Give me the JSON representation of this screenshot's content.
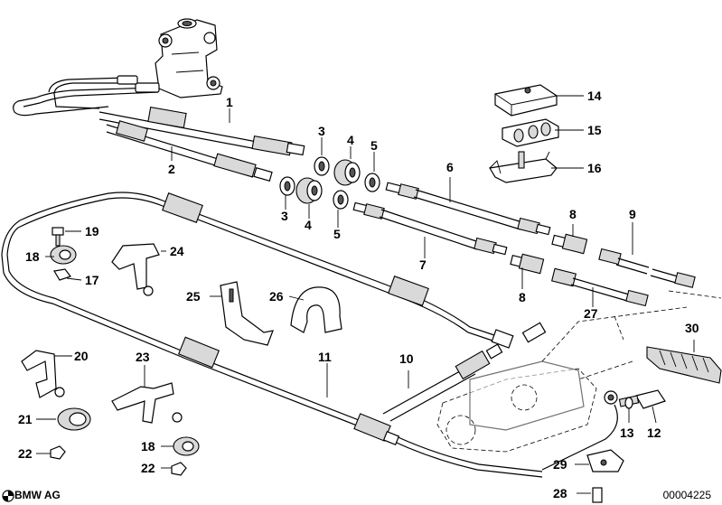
{
  "labels": {
    "p1": "1",
    "p2": "2",
    "p3a": "3",
    "p3b": "3",
    "p4a": "4",
    "p4b": "4",
    "p5a": "5",
    "p5b": "5",
    "p6": "6",
    "p7": "7",
    "p8a": "8",
    "p8b": "8",
    "p9": "9",
    "p10": "10",
    "p11": "11",
    "p12": "12",
    "p13": "13",
    "p14": "14",
    "p15": "15",
    "p16": "16",
    "p17": "17",
    "p18a": "18",
    "p18b": "18",
    "p19": "19",
    "p20": "20",
    "p21": "21",
    "p22a": "22",
    "p22b": "22",
    "p23": "23",
    "p24": "24",
    "p25": "25",
    "p26": "26",
    "p27": "27",
    "p28": "28",
    "p29": "29",
    "p30": "30"
  },
  "footer": {
    "brand": "BMW AG",
    "doc_number": "00004225"
  }
}
